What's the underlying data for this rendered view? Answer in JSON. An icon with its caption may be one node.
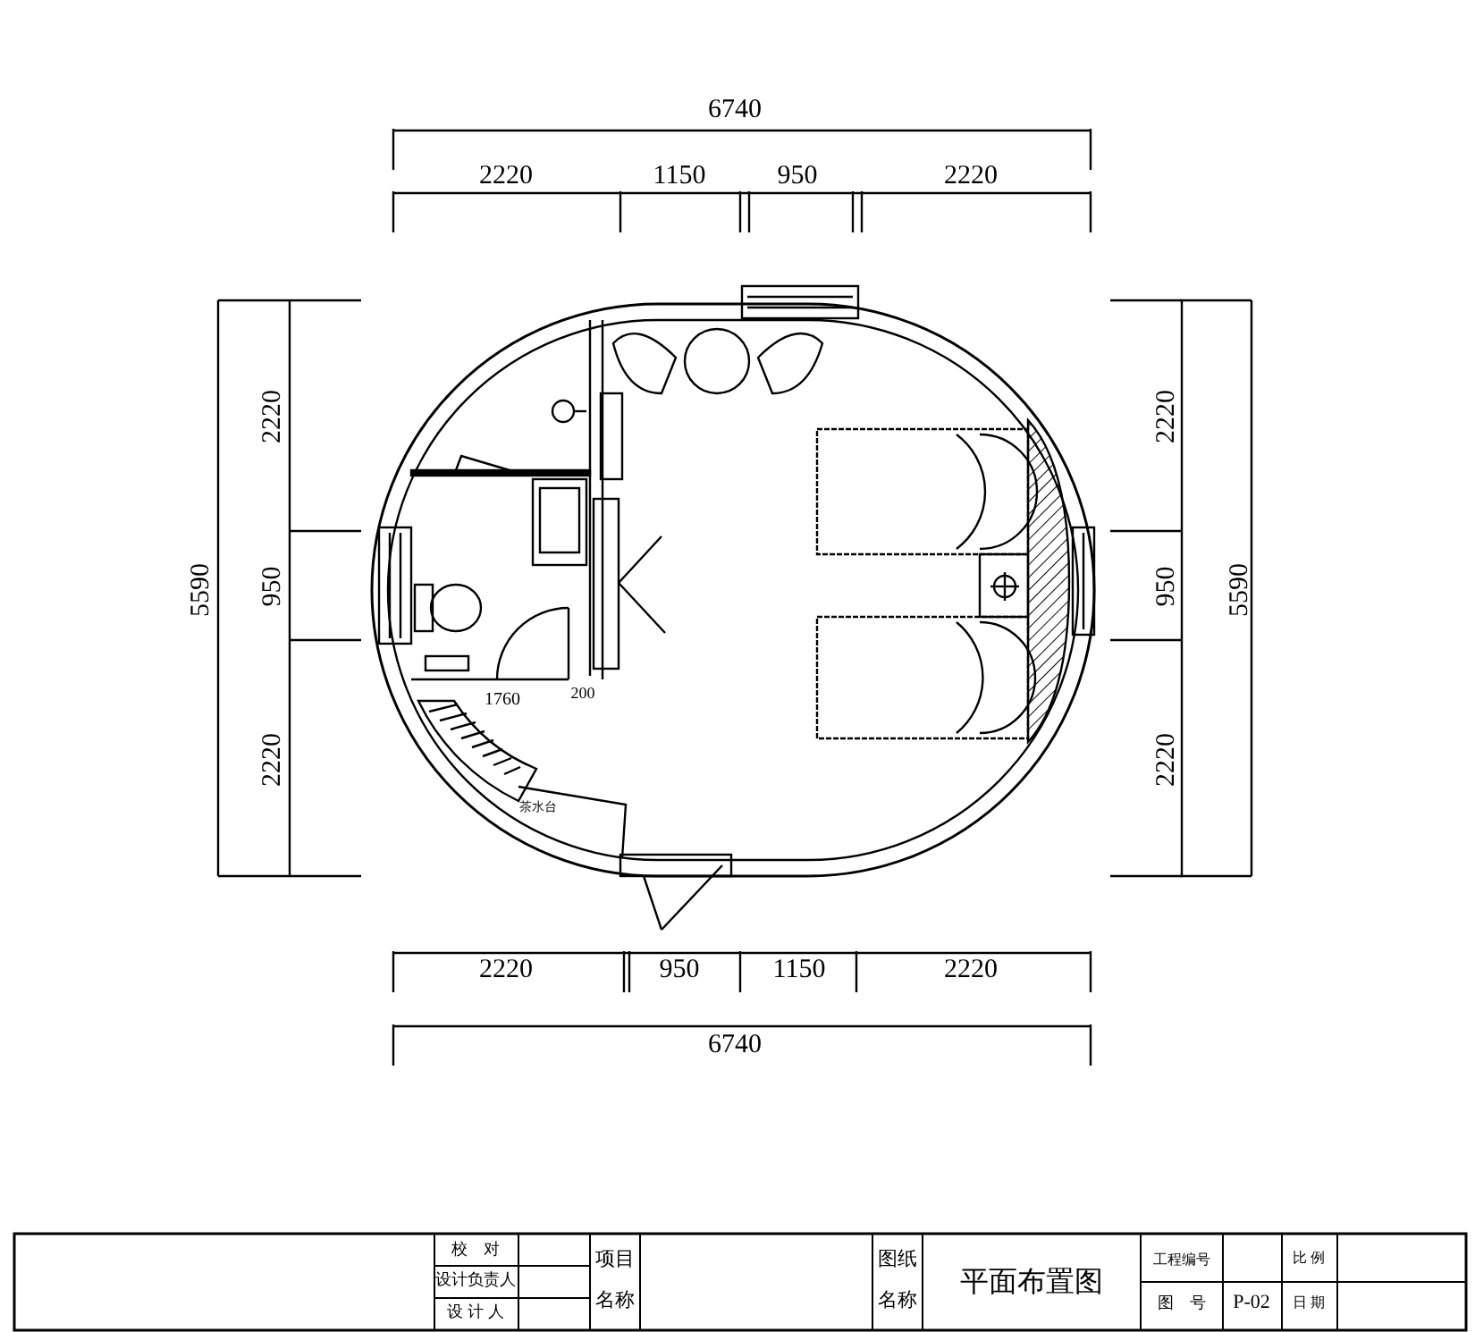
{
  "diagram": {
    "labels": [
      "6740",
      "2220",
      "1150",
      "950",
      "2220",
      "2220",
      "950",
      "2220",
      "5590",
      "2220",
      "950",
      "2220",
      "5590",
      "1760",
      "200",
      "茶水台",
      "2220",
      "950",
      "1150",
      "2220",
      "6740",
      "校　对",
      "设计负责人",
      "设 计 人",
      "项目",
      "名称",
      "图纸",
      "名称",
      "平面布置图",
      "工程编号",
      "比 例",
      "图　号",
      "P-02",
      "日 期"
    ]
  }
}
